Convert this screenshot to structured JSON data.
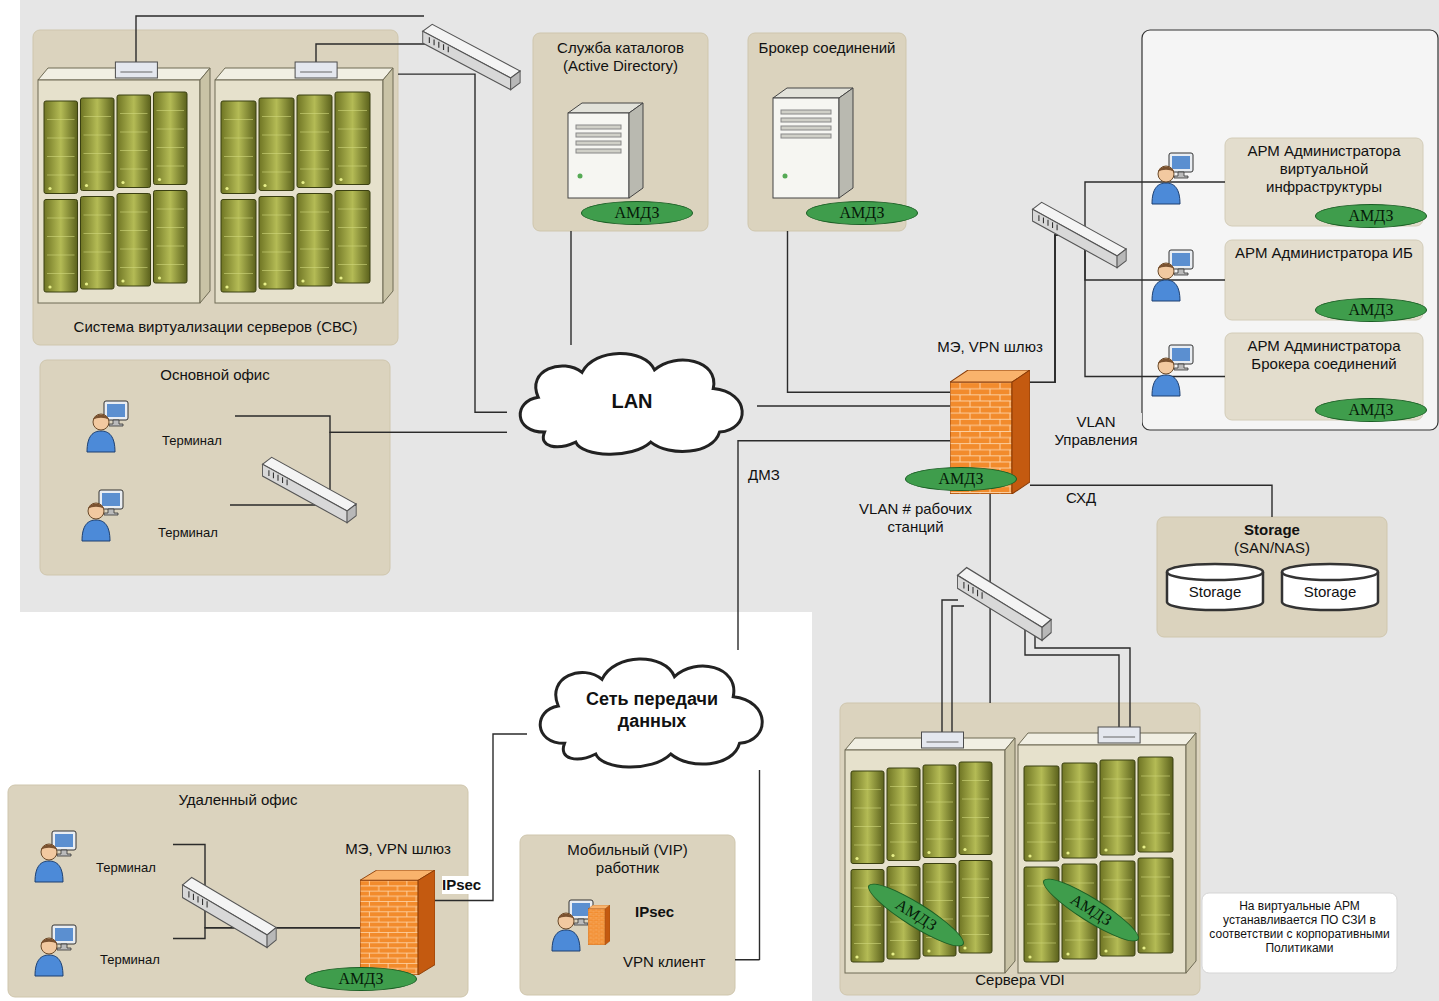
{
  "diagram": {
    "nodes": [
      {
        "text": [
          "Система виртуализации серверов (СВС)"
        ]
      },
      {
        "text": [
          "Служба каталогов (Active Directory)",
          "АМДЗ"
        ]
      },
      {
        "text": [
          "Брокер соединений",
          "АМДЗ"
        ]
      },
      {
        "text": [
          "АРМ Администратора виртуальной инфраструктуры",
          "АМДЗ"
        ]
      },
      {
        "text": [
          "АРМ Администратора ИБ",
          "АМДЗ"
        ]
      },
      {
        "text": [
          "АРМ Администратора Брокера соединений",
          "АМДЗ"
        ]
      },
      {
        "text": [
          "Основной офис"
        ]
      },
      {
        "text": [
          "Терминал"
        ],
        "in": 6
      },
      {
        "text": [
          "Терминал"
        ],
        "in": 6
      },
      {
        "text": [
          "LAN"
        ]
      },
      {
        "text": [
          "МЭ, VPN шлюз",
          "АМДЗ"
        ]
      },
      {
        "text": [
          "Storage (SAN/NAS)"
        ]
      },
      {
        "text": [
          "Storage"
        ],
        "in": 11
      },
      {
        "text": [
          "Storage"
        ],
        "in": 11
      },
      {
        "text": [
          "Сеть передачи данных"
        ]
      },
      {
        "text": [
          "Сервера VDI",
          "АМДЗ",
          "АМДЗ"
        ]
      },
      {
        "text": [
          "На виртуальные АРМ устанавливается ПО СЗИ в соответствии с корпоративными Политиками"
        ]
      },
      {
        "text": [
          "Удаленный офис"
        ]
      },
      {
        "text": [
          "Терминал"
        ],
        "in": 17
      },
      {
        "text": [
          "Терминал"
        ],
        "in": 17
      },
      {
        "text": [
          "МЭ, VPN шлюз",
          "АМДЗ"
        ],
        "in": 17
      },
      {
        "text": [
          "Мобильный (VIP) работник",
          "IPsec",
          "VPN клиент"
        ]
      }
    ],
    "edges": [
      {
        "from": 0,
        "to": 9,
        "arrow": "none"
      },
      {
        "from": 1,
        "to": 9,
        "arrow": "none"
      },
      {
        "from": 7,
        "to": 9,
        "arrow": "none"
      },
      {
        "from": 8,
        "to": 9,
        "arrow": "none"
      },
      {
        "from": 9,
        "to": 10,
        "arrow": "none"
      },
      {
        "from": 2,
        "to": 10,
        "arrow": "none"
      },
      {
        "from": 10,
        "to": 3,
        "label": "VLAN Управления",
        "arrow": "none"
      },
      {
        "from": 10,
        "to": 4,
        "arrow": "none"
      },
      {
        "from": 10,
        "to": 5,
        "arrow": "none"
      },
      {
        "from": 10,
        "to": 11,
        "label": "СХД",
        "arrow": "none"
      },
      {
        "from": 10,
        "to": 15,
        "label": "VLAN # рабочих станций",
        "arrow": "none"
      },
      {
        "from": 10,
        "to": 14,
        "label": "ДМЗ",
        "arrow": "none"
      },
      {
        "from": 14,
        "to": 20,
        "label": "IPsec",
        "arrow": "none"
      },
      {
        "from": 14,
        "to": 21,
        "arrow": "none"
      },
      {
        "from": 18,
        "to": 20,
        "arrow": "none"
      },
      {
        "from": 19,
        "to": 20,
        "arrow": "none"
      }
    ]
  }
}
